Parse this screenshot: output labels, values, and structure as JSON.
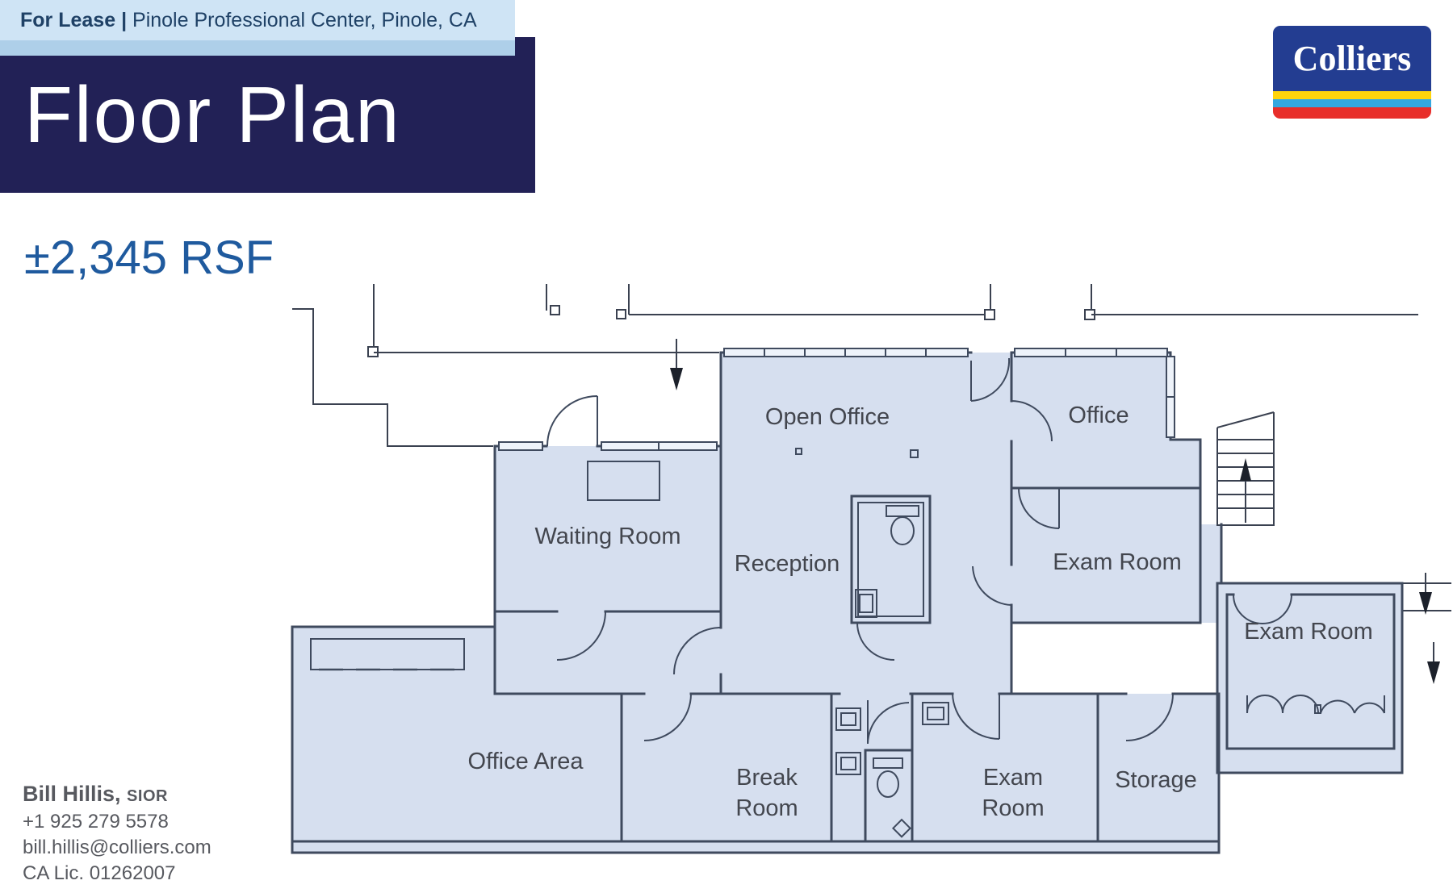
{
  "header": {
    "for_lease": "For Lease",
    "separator": "|",
    "property": "Pinole Professional Center, Pinole, CA",
    "title": "Floor Plan",
    "rsf": "±2,345 RSF",
    "colors": {
      "navy": "#222156",
      "banner": "#cfe4f5",
      "banner_sub": "#aecfe9",
      "rsf_blue": "#1f5a9e"
    }
  },
  "logo": {
    "brand": "Colliers",
    "colors": {
      "blue": "#233d91",
      "yellow": "#ffd40b",
      "cyan": "#35a8e0",
      "red": "#e82e2a"
    }
  },
  "contact": {
    "name": "Bill Hillis,",
    "designation": "SIOR",
    "phone": "+1 925 279 5578",
    "email": "bill.hillis@colliers.com",
    "license": "CA Lic. 01262007"
  },
  "floor_plan": {
    "fill_color": "#d6dfef",
    "wall_color": "#3f4a5e",
    "rooms": {
      "waiting_room": "Waiting Room",
      "open_office": "Open Office",
      "office": "Office",
      "reception": "Reception",
      "exam_room_top": "Exam Room",
      "exam_room_right": "Exam Room",
      "office_area": "Office Area",
      "break_line1": "Break",
      "break_line2": "Room",
      "exam_b_line1": "Exam",
      "exam_b_line2": "Room",
      "storage": "Storage"
    },
    "features": [
      "stairs",
      "toilet",
      "sink",
      "reception-desk",
      "cabinets",
      "entry-arrows",
      "door-swings",
      "windows",
      "dimension-lines"
    ]
  }
}
